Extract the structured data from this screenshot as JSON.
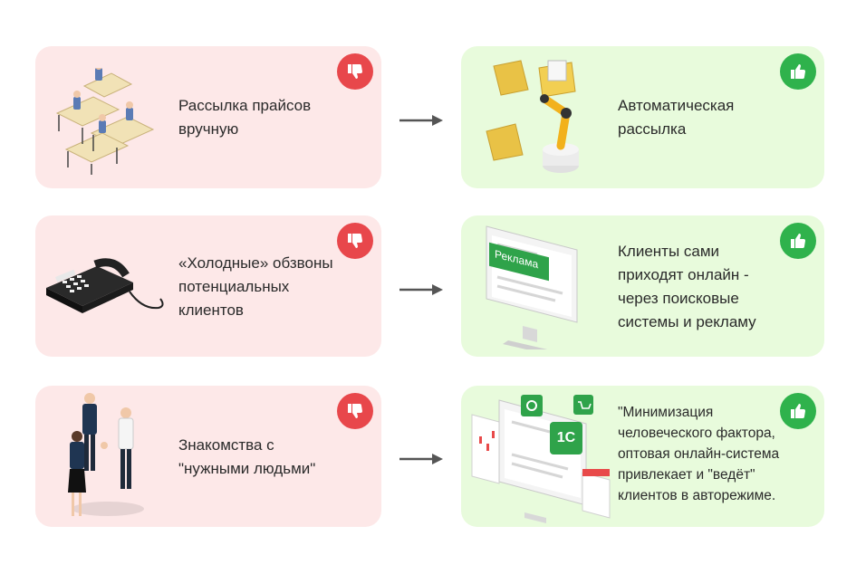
{
  "rows": [
    {
      "bad": {
        "lines": [
          "Рассылка прайсов",
          "вручную"
        ],
        "icon": "thumbs-down-icon"
      },
      "good": {
        "lines": [
          "Автоматическая",
          "рассылка"
        ],
        "icon": "thumbs-up-icon"
      }
    },
    {
      "bad": {
        "lines": [
          "«Холодные» обзвоны",
          "потенциальных",
          "клиентов"
        ],
        "icon": "thumbs-down-icon"
      },
      "good": {
        "lines": [
          "Клиенты сами",
          "приходят онлайн -",
          "через поисковые",
          "системы и рекламу"
        ],
        "icon": "thumbs-up-icon",
        "ad_label": "Реклама"
      }
    },
    {
      "bad": {
        "lines": [
          "Знакомства с",
          "\"нужными людьми\""
        ],
        "icon": "thumbs-down-icon"
      },
      "good": {
        "lines": [
          "\"Минимизация",
          "человеческого фактора,",
          "оптовая онлайн-система",
          "привлекает и \"ведёт\"",
          "клиентов в авторежиме."
        ],
        "icon": "thumbs-up-icon",
        "logo_label": "1C"
      }
    }
  ],
  "colors": {
    "bad_bg": "#fde8e8",
    "good_bg": "#e8fbdc",
    "bad_badge": "#e8474b",
    "good_badge": "#2fb24c",
    "arrow": "#555555"
  }
}
